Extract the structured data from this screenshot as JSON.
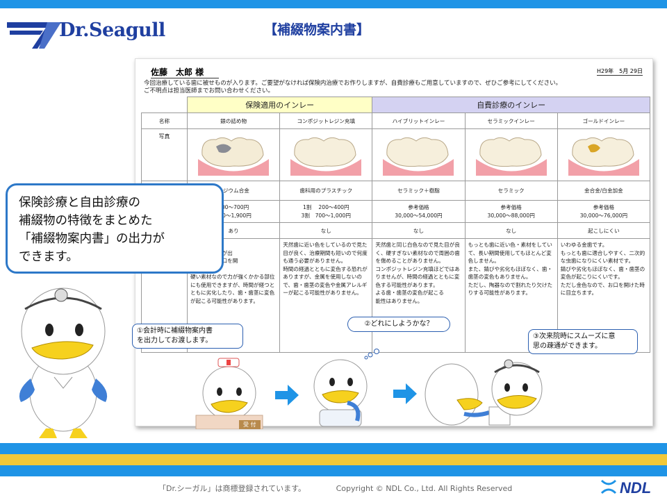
{
  "header": {
    "logo_text": "Dr.Seagull",
    "title": "【補綴物案内書】"
  },
  "document": {
    "patient": "佐藤　太郎 様",
    "date": "H29年　5月 29日",
    "intro_line1": "今回治療している歯に被せものが入ります。ご要望がなければ保険内治療でお作りしますが、自費診療もご用意していますので、ぜひご参考にしてください。",
    "intro_line2": "ご不明点は担当医師までお問い合わせください。",
    "group_insurance": "保険適用のインレー",
    "group_self": "自費診療のインレー",
    "row_labels": {
      "name": "名称",
      "photo": "写真"
    },
    "columns": [
      {
        "name": "銀の詰め物",
        "material": "ラジウム合金",
        "price_l1": "500〜700円",
        "price_l2": "700〜1,900円",
        "detail": "あり",
        "desc": "歯です。\n、安価で治療が出\n銀色なのでお口を開\n目立ちます。\n硬い素材なので力が強くかかる部位にも使用できますが、時間が経つとともに劣化したり、歯・歯茎に変色が起こる可能性があります。"
      },
      {
        "name": "コンポジットレジン充填",
        "material": "歯科用のプラスチック",
        "price_l1": "1割　 200〜400円",
        "price_l2": "3割　700〜1,000円",
        "detail": "なし",
        "desc": "天然歯に近い色をしているので見た目が良く、治療期間も短いので何度も通う必要がありません。\n時間の経過とともに変色する恐れがありますが、金属を使用しないので、歯・歯茎の変色や金属アレルギーが起こる可能性がありません。"
      },
      {
        "name": "ハイブリットインレー",
        "material": "セラミック＋樹脂",
        "price_l1": "参考価格",
        "price_l2": "30,000〜54,000円",
        "detail": "なし",
        "desc": "天然歯と同じ白色なので見た目が良く、硬すぎない素材なので周囲の歯を傷めることがありません。\nコンポジットレジン充填ほどではありませんが、時間の経過とともに変色する可能性があります。\nよる歯・歯茎の変色が起こる\n能性はありません。"
      },
      {
        "name": "セラミックインレー",
        "material": "セラミック",
        "price_l1": "参考価格",
        "price_l2": "30,000〜88,000円",
        "detail": "なし",
        "desc": "もっとも歯に近い色・素材をしていて、長い期間使用してもほとんど変色しません。\nまた、錆びや劣化もほぼなく、歯・歯茎の変色もありません。\nただし、陶器なので割れたり欠けたりする可能性があります。"
      },
      {
        "name": "ゴールドインレー",
        "material": "金合金/白金加金",
        "price_l1": "参考価格",
        "price_l2": "30,000〜76,000円",
        "detail": "起こしにくい",
        "desc": "いわゆる金歯です。\nもっとも歯に適合しやすく、二次的な虫歯になりにくい素材です。\n錆びや劣化もほぼなく、歯・歯茎の変色が起こりにくいです。\nただし金色なので、お口を開けた時に目立ちます。"
      }
    ]
  },
  "callout": {
    "line1": "保険診療と自由診療の",
    "line2": "補綴物の特徴をまとめた",
    "line3": "「補綴物案内書」の出力が",
    "line4": "できます。"
  },
  "bubbles": {
    "b1_l1": "①会計時に補綴物案内書",
    "b1_l2": "を出力してお渡します。",
    "b2": "②どれにしようかな？",
    "b3_l1": "③次来院時にスムーズに意",
    "b3_l2": "思の疎通ができます。",
    "reception": "受 付"
  },
  "footer": {
    "trademark": "「Dr.シーガル」は商標登録されています。",
    "copyright": "Copyright © NDL Co., Ltd. All Rights Reserved",
    "ndl_logo": "NDL"
  },
  "colors": {
    "accent_blue": "#1f94e6",
    "accent_yellow": "#f2c838",
    "insurance_header": "#ffffc6",
    "self_header": "#d4d2f2",
    "logo_navy": "#1f3fa0"
  }
}
